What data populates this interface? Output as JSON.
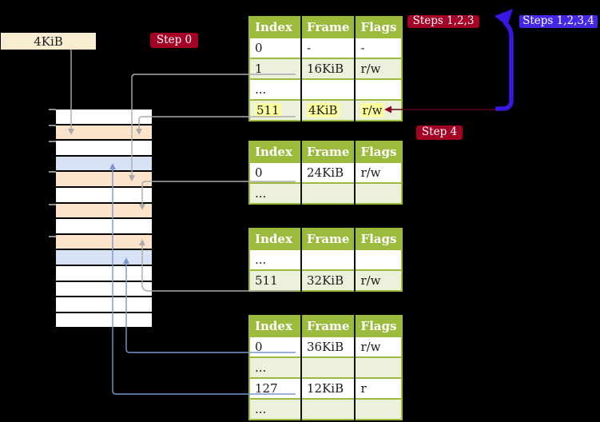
{
  "labels": {
    "page_size_box": "4KiB",
    "step0": "Step 0",
    "steps123": "Steps 1,2,3",
    "steps1234": "Steps 1,2,3,4",
    "step4": "Step 4"
  },
  "tables": [
    {
      "name": "page-table-1",
      "headers": [
        "Index",
        "Frame",
        "Flags"
      ],
      "rows": [
        {
          "index": "0",
          "frame": "-",
          "flags": "-",
          "tint": "white",
          "highlight": "no"
        },
        {
          "index": "1",
          "frame": "16KiB",
          "flags": "r/w",
          "tint": "green",
          "highlight": "no"
        },
        {
          "index": "...",
          "frame": "",
          "flags": "",
          "tint": "white",
          "highlight": "no"
        },
        {
          "index": "511",
          "frame": "4KiB",
          "flags": "r/w",
          "tint": "green",
          "highlight": "yes"
        }
      ]
    },
    {
      "name": "page-table-2",
      "headers": [
        "Index",
        "Frame",
        "Flags"
      ],
      "rows": [
        {
          "index": "0",
          "frame": "24KiB",
          "flags": "r/w",
          "tint": "white",
          "highlight": "no"
        },
        {
          "index": "...",
          "frame": "",
          "flags": "",
          "tint": "green",
          "highlight": "no"
        }
      ]
    },
    {
      "name": "page-table-3",
      "headers": [
        "Index",
        "Frame",
        "Flags"
      ],
      "rows": [
        {
          "index": "...",
          "frame": "",
          "flags": "",
          "tint": "white",
          "highlight": "no"
        },
        {
          "index": "511",
          "frame": "32KiB",
          "flags": "r/w",
          "tint": "green",
          "highlight": "no"
        }
      ]
    },
    {
      "name": "page-table-4",
      "headers": [
        "Index",
        "Frame",
        "Flags"
      ],
      "rows": [
        {
          "index": "0",
          "frame": "36KiB",
          "flags": "r/w",
          "tint": "white",
          "highlight": "no"
        },
        {
          "index": "...",
          "frame": "",
          "flags": "",
          "tint": "green",
          "highlight": "no"
        },
        {
          "index": "127",
          "frame": "12KiB",
          "flags": "r",
          "tint": "white",
          "highlight": "no"
        },
        {
          "index": "...",
          "frame": "",
          "flags": "",
          "tint": "green",
          "highlight": "no"
        }
      ]
    }
  ],
  "memory_column": {
    "rows": [
      {
        "color": "white"
      },
      {
        "color": "peach"
      },
      {
        "color": "white"
      },
      {
        "color": "blue"
      },
      {
        "color": "peach"
      },
      {
        "color": "white"
      },
      {
        "color": "peach"
      },
      {
        "color": "white"
      },
      {
        "color": "peach"
      },
      {
        "color": "blue"
      },
      {
        "color": "white"
      },
      {
        "color": "white"
      },
      {
        "color": "white"
      },
      {
        "color": "white"
      }
    ]
  },
  "colors": {
    "badge_red": "#a40225",
    "badge_blue": "#4327e6",
    "table_green": "#9cbb3d",
    "row_tint_green": "#ebf1da",
    "highlight_yellow": "#feff9e",
    "memory_peach": "#fce4cb",
    "memory_blue": "#d7e3f4",
    "label_cream": "#f8ecd1",
    "connector_gray": "#ababab",
    "connector_steel_blue": "#7b97ce",
    "loop_arrow_blue": "#3a16e2",
    "loop_arrow_dark_red": "#5c0117",
    "loop_arrowhead_red": "#8f0222"
  }
}
